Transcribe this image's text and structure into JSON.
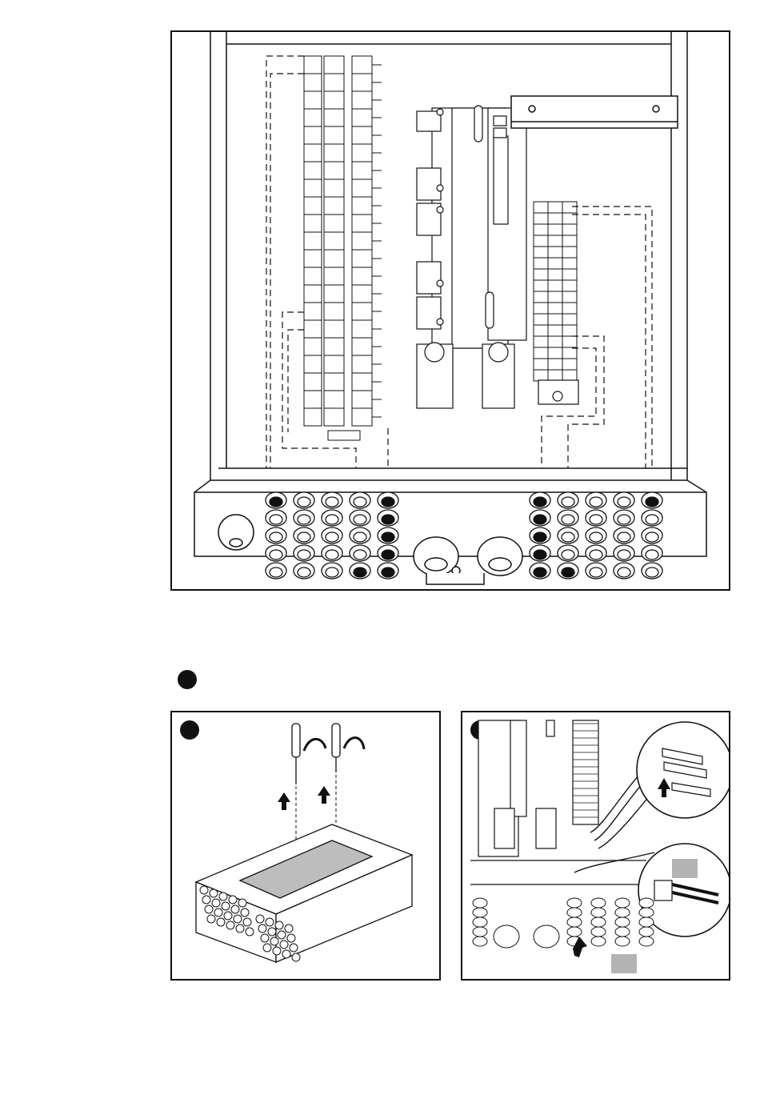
{
  "page": {
    "figures": [
      {
        "id": "main",
        "caption": ""
      },
      {
        "id": "step-a",
        "caption": ""
      },
      {
        "id": "step-b",
        "caption": ""
      }
    ]
  },
  "colors": {
    "ink": "#111111",
    "paper": "#ffffff",
    "shade": "#b3b3b3"
  },
  "icons": [
    "step-marker",
    "arrow-up-icon",
    "screwdriver-icon",
    "rotate-arrow-icon",
    "magnifier-callout-icon"
  ]
}
